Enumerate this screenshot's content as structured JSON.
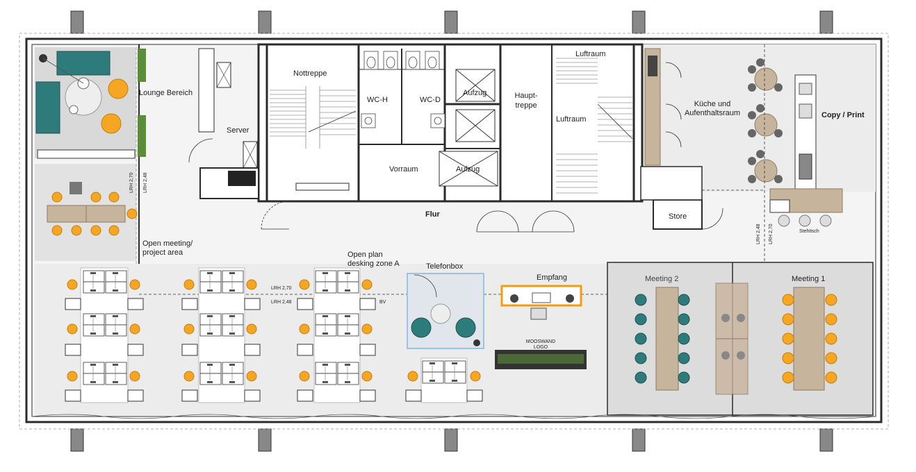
{
  "rooms": {
    "lounge": "Lounge Bereich",
    "server": "Server",
    "nottreppe": "Nottreppe",
    "wc_h": "WC-H",
    "wc_d": "WC-D",
    "vorraum": "Vorraum",
    "aufzug_1": "Aufzug",
    "aufzug_2": "Aufzug",
    "haupttreppe_1": "Haupt-",
    "haupttreppe_2": "treppe",
    "luftraum_top": "Luftraum",
    "luftraum_mid": "Luftraum",
    "kueche_1": "Küche und",
    "kueche_2": "Aufenthaltsraum",
    "copy_print": "Copy / Print",
    "flur": "Flur",
    "store": "Store",
    "stehtisch": "Stehtisch",
    "open_meeting_1": "Open meeting/",
    "open_meeting_2": "project area",
    "desking_1": "Open plan",
    "desking_2": "desking zone A",
    "telefonbox": "Telefonbox",
    "empfang": "Empfang",
    "mooswand": "MOOSWAND",
    "logo": "LOGO",
    "meeting_2": "Meeting 2",
    "meeting_1": "Meeting 1"
  },
  "ceiling_heights": {
    "lrh_270": "LRH 2,70",
    "lrh_248": "LRH 2,48",
    "bv": "BV"
  },
  "colors": {
    "wall": "#2b2b2b",
    "floor_grey": "#e6e6e6",
    "carpet": "#dcdcdc",
    "chair_orange": "#f5a623",
    "chair_teal": "#2e7b7b",
    "wood": "#c7b49c",
    "accent_orange": "#f39c12",
    "phonebox_blue": "#9cc3e6",
    "plant_green": "#5b8c3a"
  }
}
